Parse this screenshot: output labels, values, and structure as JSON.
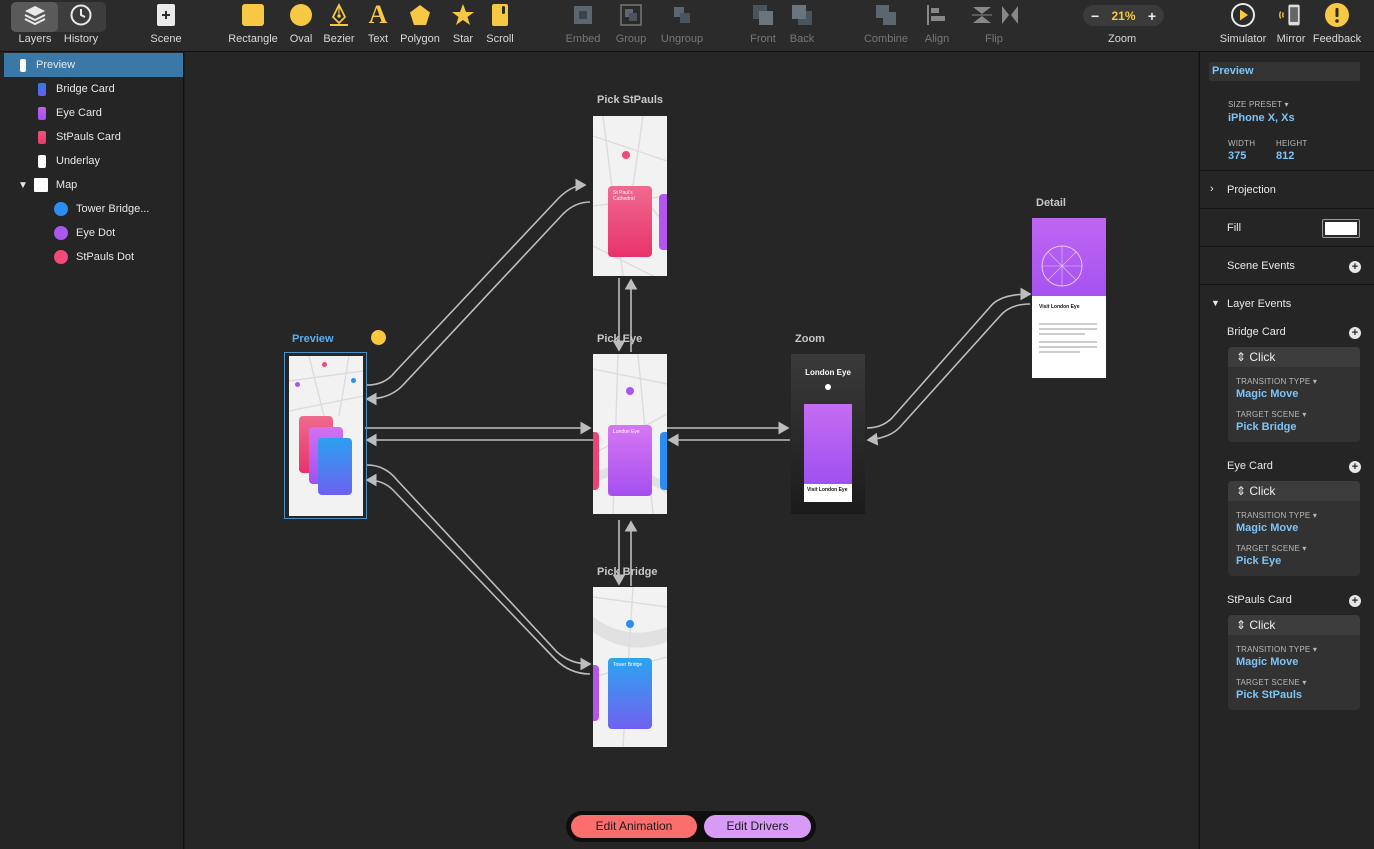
{
  "toolbar": {
    "layers": "Layers",
    "history": "History",
    "scene": "Scene",
    "rectangle": "Rectangle",
    "oval": "Oval",
    "bezier": "Bezier",
    "text": "Text",
    "polygon": "Polygon",
    "star": "Star",
    "scroll": "Scroll",
    "embed": "Embed",
    "group": "Group",
    "ungroup": "Ungroup",
    "front": "Front",
    "back": "Back",
    "combine": "Combine",
    "align": "Align",
    "flip": "Flip",
    "zoom_value": "21%",
    "zoom_minus": "−",
    "zoom_plus": "+",
    "zoom": "Zoom",
    "simulator": "Simulator",
    "mirror": "Mirror",
    "feedback": "Feedback",
    "accent": "#f7c843"
  },
  "layers": {
    "items": [
      {
        "label": "Preview",
        "color": "#ffffff",
        "selected": true
      },
      {
        "label": "Bridge Card",
        "color": "#3a8df0"
      },
      {
        "label": "Eye Card",
        "color": "#b35df0"
      },
      {
        "label": "StPauls Card",
        "color": "#f0517e"
      },
      {
        "label": "Underlay",
        "color": "#ffffff"
      },
      {
        "label": "Map",
        "color": "#ffffff"
      },
      {
        "label": "Tower Bridge...",
        "color": "#2b8df2"
      },
      {
        "label": "Eye Dot",
        "color": "#a758ee"
      },
      {
        "label": "StPauls Dot",
        "color": "#f2487a"
      }
    ]
  },
  "canvas": {
    "scenes": {
      "stpauls": "Pick StPauls",
      "preview": "Preview",
      "eye": "Pick Eye",
      "zoom": "Zoom",
      "detail": "Detail",
      "bridge": "Pick Bridge"
    },
    "card_text": {
      "stpauls": "St Paul's Cathedral",
      "eye": "London Eye",
      "bridge": "Tower Bridge",
      "zoom_title": "London Eye",
      "visit": "Visit London Eye",
      "detail_title": "Visit London Eye"
    },
    "edit_animation": "Edit Animation",
    "edit_drivers": "Edit Drivers"
  },
  "inspector": {
    "name": "Preview",
    "size_preset_label": "SIZE PRESET",
    "size_preset": "iPhone X, Xs",
    "width_label": "WIDTH",
    "width": "375",
    "height_label": "HEIGHT",
    "height": "812",
    "projection": "Projection",
    "fill": "Fill",
    "scene_events": "Scene Events",
    "layer_events": "Layer Events",
    "events": [
      {
        "layer": "Bridge Card",
        "trigger": "Click",
        "type_label": "TRANSITION TYPE",
        "type": "Magic Move",
        "target_label": "TARGET SCENE",
        "target": "Pick Bridge"
      },
      {
        "layer": "Eye Card",
        "trigger": "Click",
        "type_label": "TRANSITION TYPE",
        "type": "Magic Move",
        "target_label": "TARGET SCENE",
        "target": "Pick Eye"
      },
      {
        "layer": "StPauls Card",
        "trigger": "Click",
        "type_label": "TRANSITION TYPE",
        "type": "Magic Move",
        "target_label": "TARGET SCENE",
        "target": "Pick StPauls"
      }
    ]
  }
}
